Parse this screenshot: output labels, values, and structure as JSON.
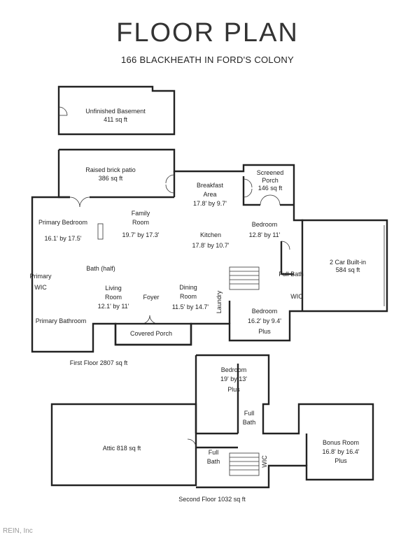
{
  "header": {
    "title": "FLOOR PLAN",
    "subtitle": "166 BLACKHEATH IN FORD'S COLONY"
  },
  "rooms": {
    "basement_name": "Unfinished Basement",
    "basement_area": "411 sq ft",
    "patio_name": "Raised brick patio",
    "patio_area": "386 sq ft",
    "breakfast_name_1": "Breakfast",
    "breakfast_name_2": "Area",
    "breakfast_dim": "17.8' by 9.7'",
    "screened_name_1": "Screened",
    "screened_name_2": "Porch",
    "screened_area": "146 sq ft",
    "primary_bedroom_name": "Primary Bedroom",
    "primary_bedroom_dim": "16.1' by 17.5'",
    "family_name_1": "Family",
    "family_name_2": "Room",
    "family_dim": "19.7' by 17.3'",
    "kitchen_name": "Kitchen",
    "kitchen_dim": "17.8' by 10.7'",
    "bedroom1_name": "Bedroom",
    "bedroom1_dim": "12.8' by 11'",
    "garage_name": "2 Car Built-in",
    "garage_area": "584 sq ft",
    "primary_wic_1": "Primary",
    "primary_wic_2": "WIC",
    "half_bath": "Bath (half)",
    "full_bath_1": "Full Bath",
    "wic_1": "WIC",
    "living_name_1": "Living",
    "living_name_2": "Room",
    "living_dim": "12.1' by 11'",
    "foyer": "Foyer",
    "dining_name_1": "Dining",
    "dining_name_2": "Room",
    "dining_dim": "11.5' by 14.7'",
    "laundry": "Laundry",
    "bedroom2_name": "Bedroom",
    "bedroom2_dim": "16.2' by 9.4'",
    "bedroom2_plus": "Plus",
    "primary_bathroom": "Primary Bathroom",
    "covered_porch": "Covered Porch",
    "bedroom3_name": "Bedroom",
    "bedroom3_dim": "19' by 13'",
    "bedroom3_plus": "Plus",
    "full_bath_2a": "Full",
    "full_bath_2b": "Bath",
    "attic": "Attic 818 sq ft",
    "full_bath_3a": "Full",
    "full_bath_3b": "Bath",
    "wic_2": "WIC",
    "bonus_name": "Bonus Room",
    "bonus_dim": "16.8' by 16.4'",
    "bonus_plus": "Plus"
  },
  "floors": {
    "first_floor": "First Floor 2807 sq ft",
    "second_floor": "Second Floor 1032 sq ft"
  },
  "footer": {
    "watermark": "REIN, Inc"
  }
}
